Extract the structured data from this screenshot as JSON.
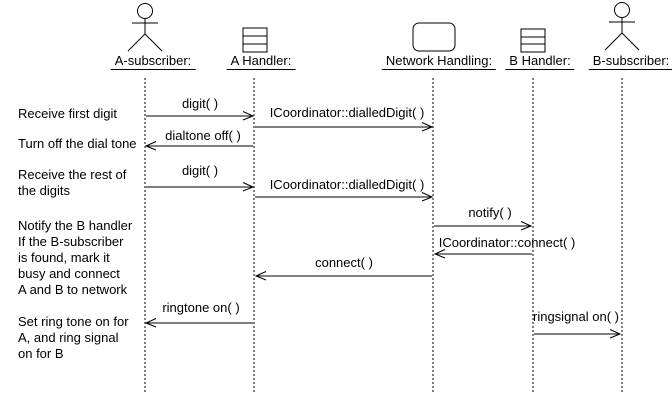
{
  "diagram_type": "uml-sequence-diagram",
  "colors": {
    "background": "#ffffff",
    "foreground": "#000000"
  },
  "participants": [
    {
      "label": "A-subscriber:",
      "kind": "actor"
    },
    {
      "label": "A Handler:",
      "kind": "object"
    },
    {
      "label": "Network Handling:",
      "kind": "system"
    },
    {
      "label": "B Handler:",
      "kind": "object"
    },
    {
      "label": "B-subscriber:",
      "kind": "actor"
    }
  ],
  "messages": [
    {
      "label": "digit( )",
      "from": "A-subscriber",
      "to": "A Handler"
    },
    {
      "label": "ICoordinator::dialledDigit( )",
      "from": "A Handler",
      "to": "Network Handling"
    },
    {
      "label": "dialtone off( )",
      "from": "A Handler",
      "to": "A-subscriber"
    },
    {
      "label": "digit( )",
      "from": "A-subscriber",
      "to": "A Handler"
    },
    {
      "label": "ICoordinator::dialledDigit( )",
      "from": "A Handler",
      "to": "Network Handling"
    },
    {
      "label": "notify( )",
      "from": "Network Handling",
      "to": "B Handler"
    },
    {
      "label": "ICoordinator::connect( )",
      "from": "B Handler",
      "to": "Network Handling"
    },
    {
      "label": "connect( )",
      "from": "Network Handling",
      "to": "A Handler"
    },
    {
      "label": "ringtone on( )",
      "from": "A Handler",
      "to": "A-subscriber"
    },
    {
      "label": "ringsignal on( )",
      "from": "B Handler",
      "to": "B-subscriber"
    }
  ],
  "annotations": [
    {
      "text": "Receive first digit"
    },
    {
      "text": "Turn off the dial tone"
    },
    {
      "text": "Receive the rest of\nthe digits"
    },
    {
      "text": "Notify the B handler\nIf the B-subscriber\nis found, mark it\nbusy and connect\nA and B to network"
    },
    {
      "text": "Set ring tone on for\nA, and ring signal\non for B"
    }
  ]
}
